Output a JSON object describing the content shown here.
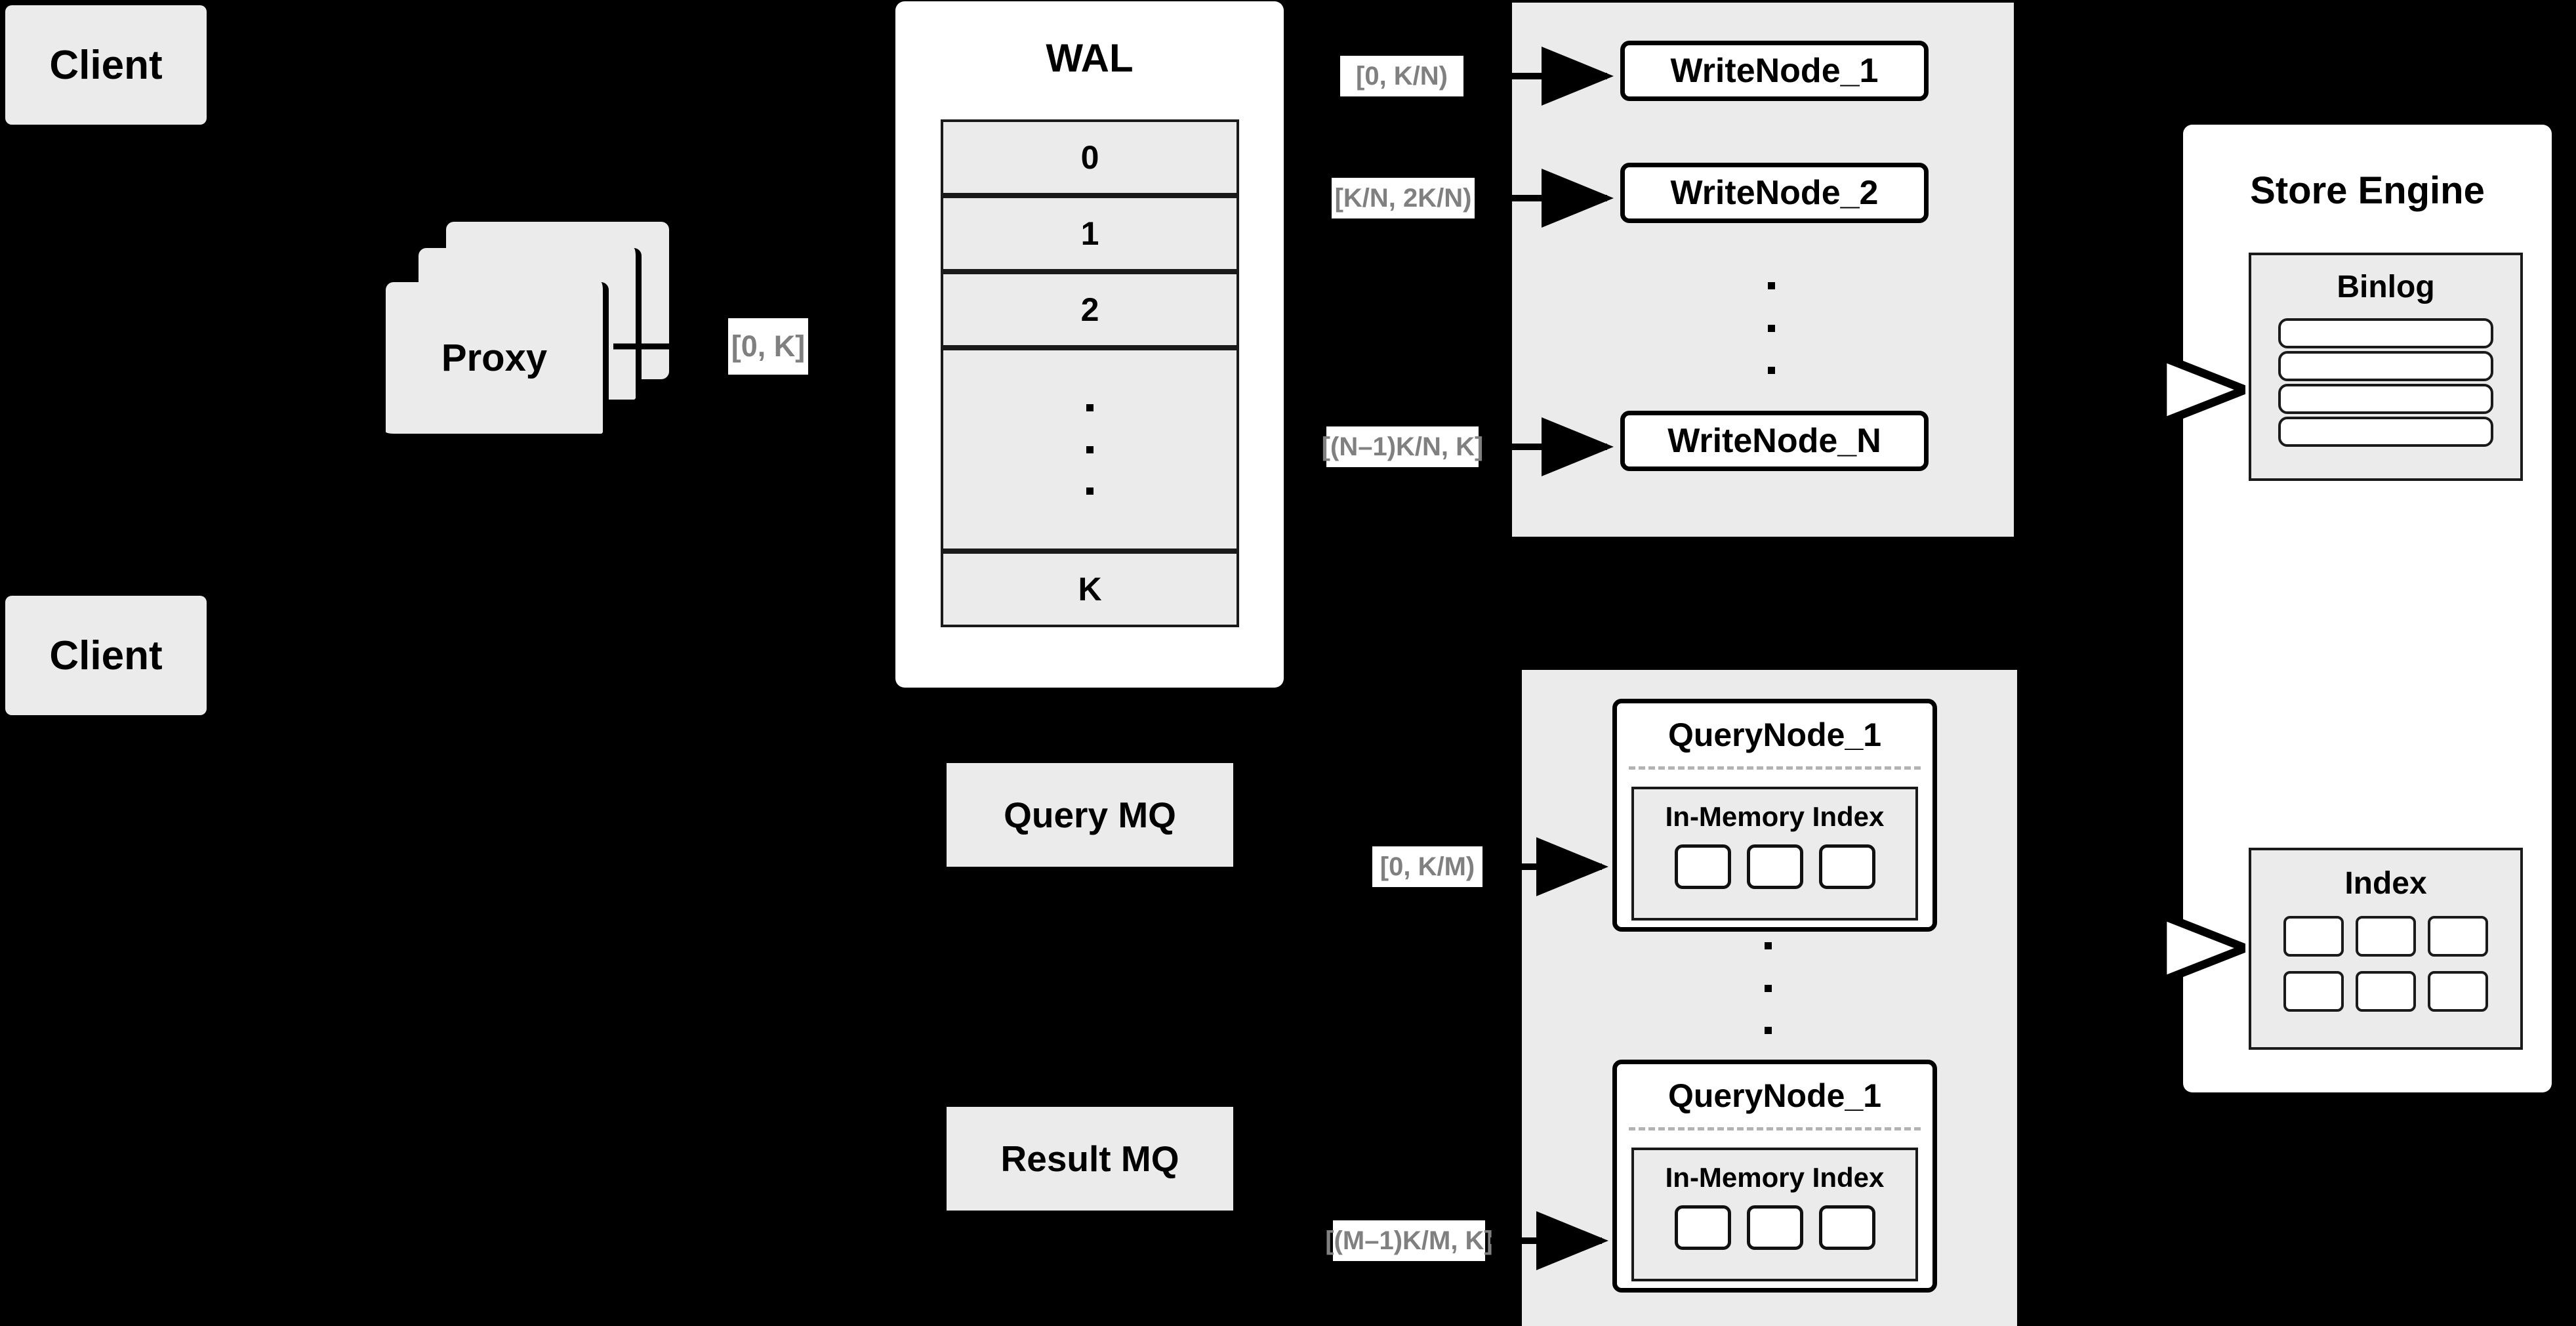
{
  "diagram": {
    "title": "Distributed Write/Query Architecture",
    "background": "#000000",
    "accent_gray": "#ebebeb",
    "label_text_color": "#808080"
  },
  "clients": [
    {
      "label": "Client"
    },
    {
      "label": "Client"
    }
  ],
  "proxy": {
    "label": "Proxy",
    "stack_count": 3,
    "out_label": "[0, K]"
  },
  "wal": {
    "title": "WAL",
    "entries": [
      "0",
      "1",
      "2",
      "",
      "K"
    ],
    "ellipsis_marker": "vertical-dots"
  },
  "write_group": {
    "nodes": [
      {
        "label": "WriteNode_1",
        "range": "[0,  K/N)"
      },
      {
        "label": "WriteNode_2",
        "range": "[K/N, 2K/N)"
      },
      {
        "label": "WriteNode_N",
        "range": "[(N–1)K/N,  K]"
      }
    ],
    "ellipsis_marker": "vertical-dots"
  },
  "query_group": {
    "nodes": [
      {
        "label": "QueryNode_1",
        "range": "[0, K/M)",
        "index_title": "In-Memory Index",
        "index_cells": 3
      },
      {
        "label": "QueryNode_1",
        "range": "[(M–1)K/M, K]",
        "index_title": "In-Memory Index",
        "index_cells": 3
      }
    ],
    "ellipsis_marker": "vertical-dots"
  },
  "queues": [
    {
      "label": "Query MQ"
    },
    {
      "label": "Result MQ"
    }
  ],
  "store_engine": {
    "title": "Store Engine",
    "binlog": {
      "title": "Binlog",
      "rows": 4
    },
    "index": {
      "title": "Index",
      "cells": 6,
      "columns": 3
    }
  }
}
